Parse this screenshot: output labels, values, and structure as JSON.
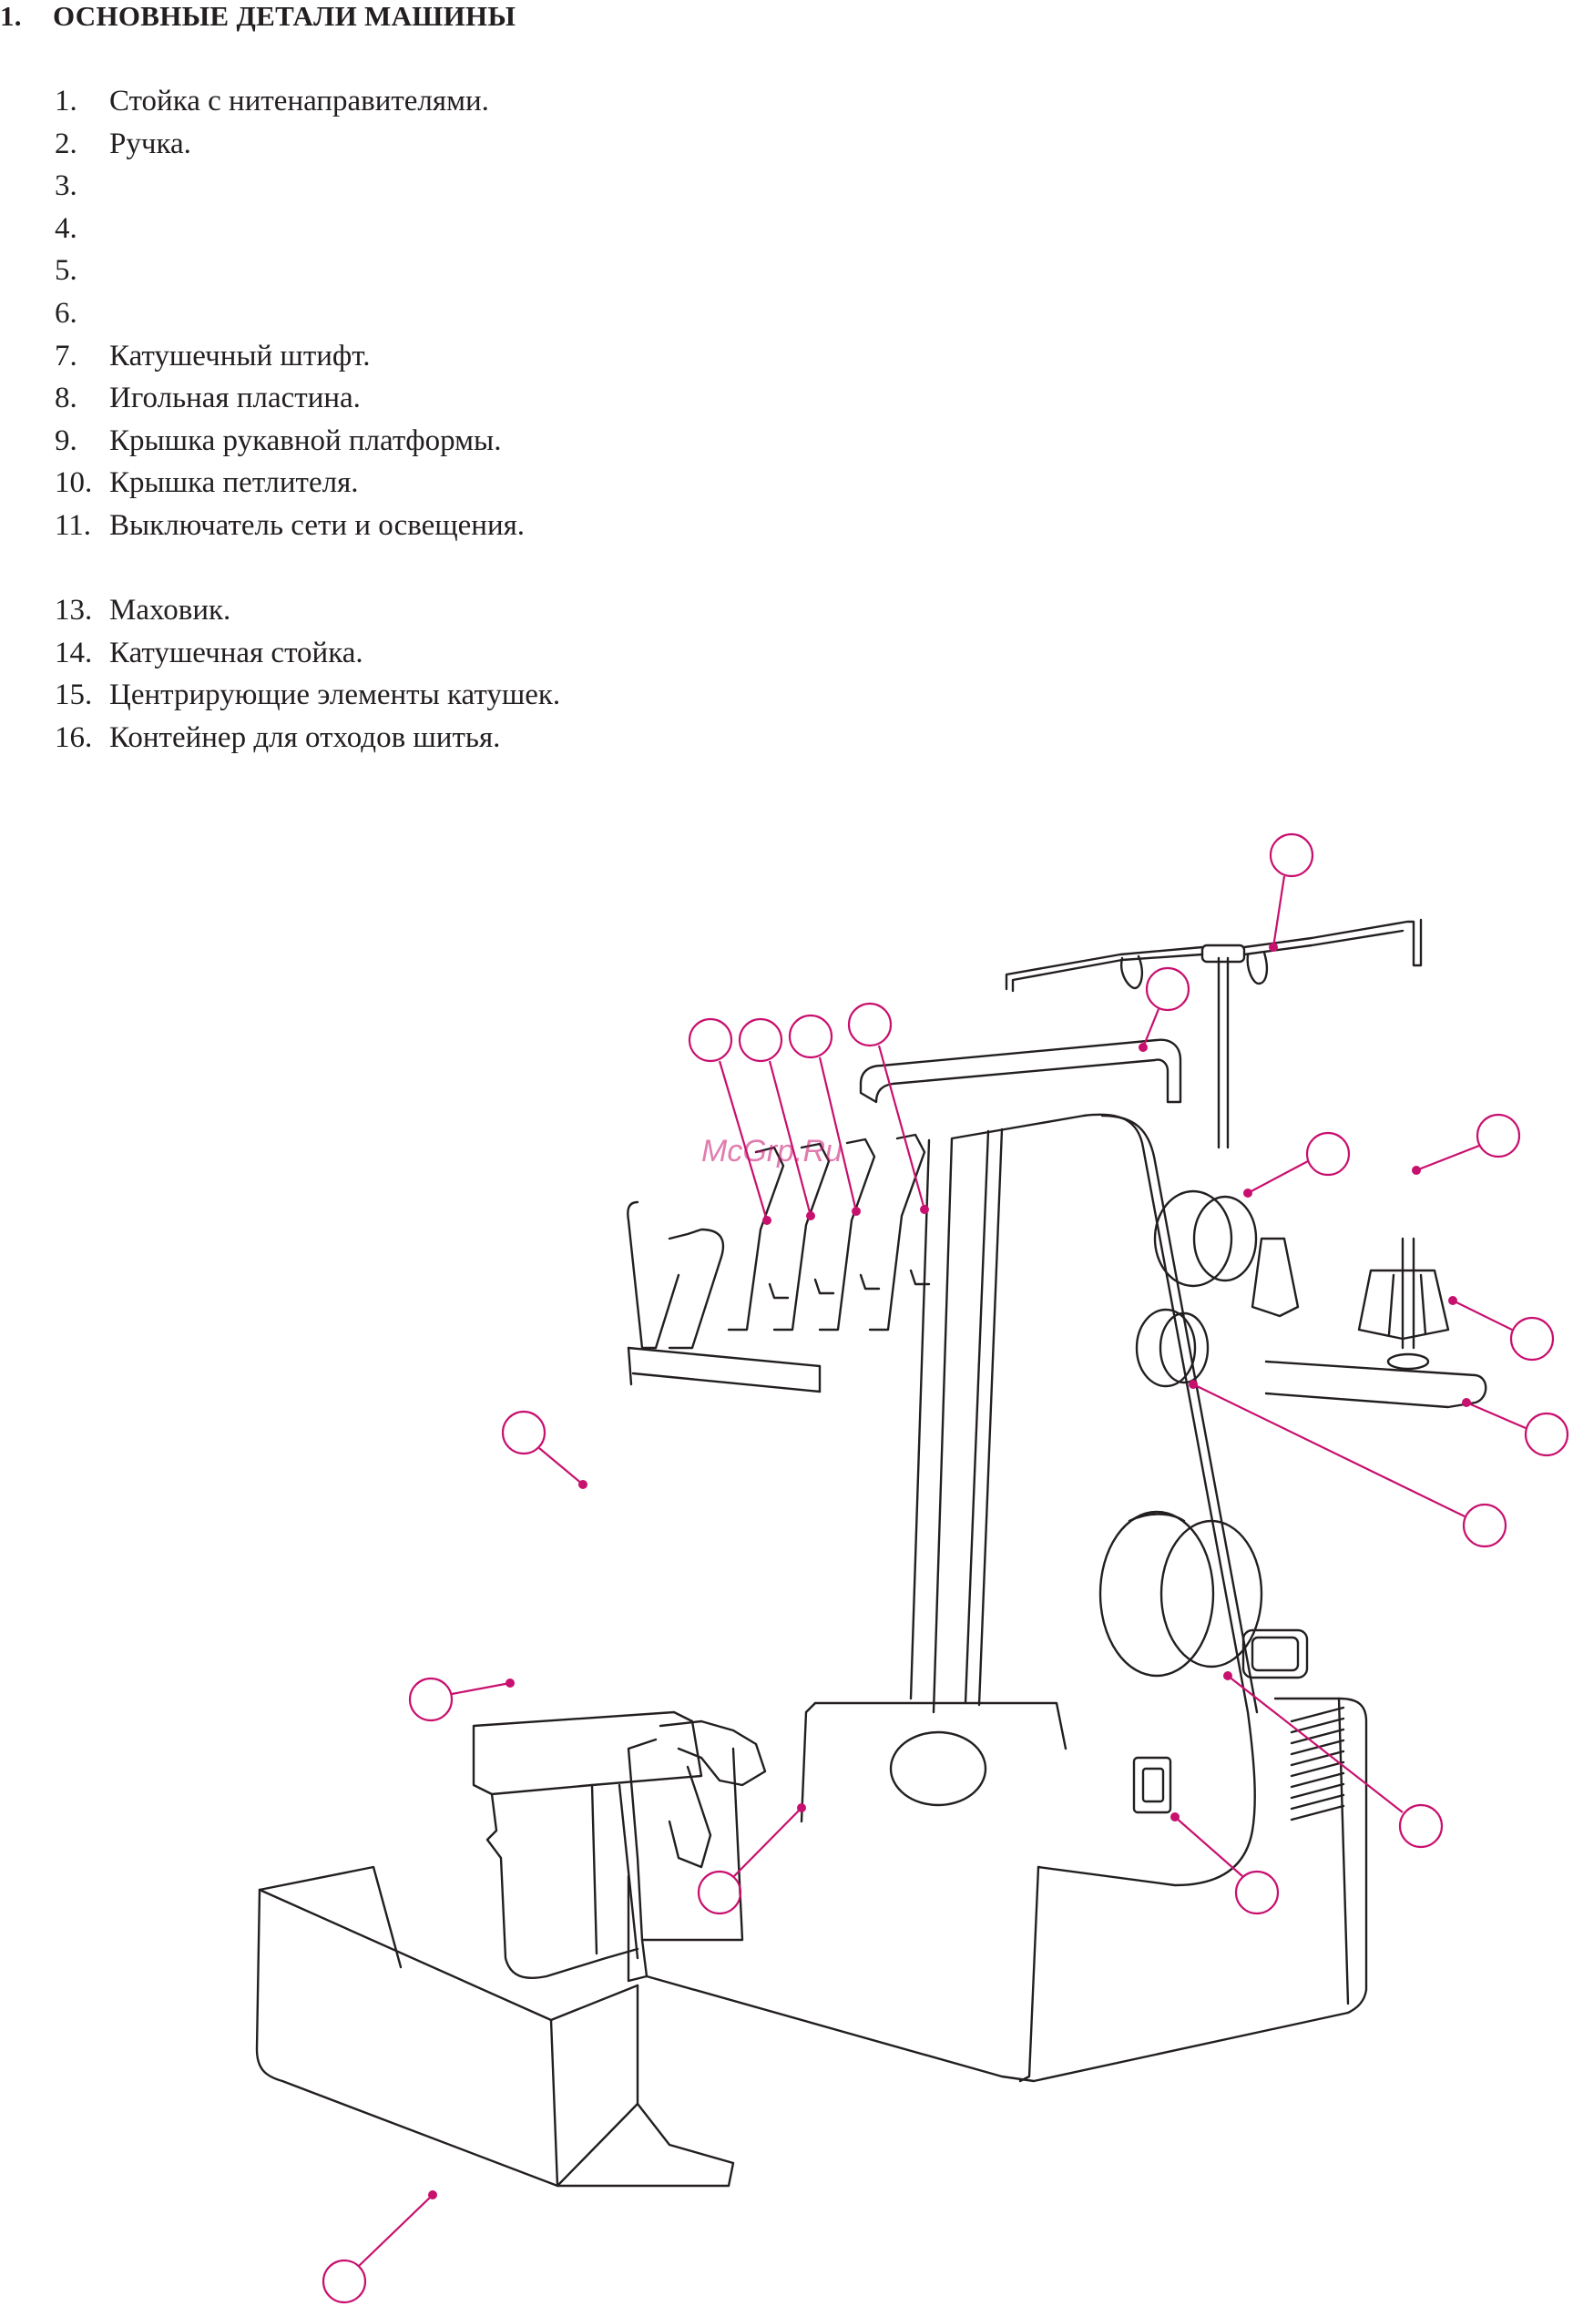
{
  "heading": {
    "number": "1.",
    "title": "ОСНОВНЫЕ ДЕТАЛИ МАШИНЫ"
  },
  "parts": [
    {
      "num": "1.",
      "label": "Стойка  с нитенаправителями."
    },
    {
      "num": "2.",
      "label": "Ручка."
    },
    {
      "num": "3.",
      "label": ""
    },
    {
      "num": "4.",
      "label": ""
    },
    {
      "num": "5.",
      "label": ""
    },
    {
      "num": "6.",
      "label": ""
    },
    {
      "num": "7.",
      "label": "Катушечный штифт."
    },
    {
      "num": "8.",
      "label": "Игольная пластина."
    },
    {
      "num": "9.",
      "label": "Крышка рукавной платформы."
    },
    {
      "num": "10.",
      "label": "Крышка петлителя."
    },
    {
      "num": "11.",
      "label": "Выключатель сети и освещения."
    },
    {
      "num": "13.",
      "label": "Маховик."
    },
    {
      "num": "14.",
      "label": "Катушечная стойка."
    },
    {
      "num": "15.",
      "label": "Центрирующие элементы катушек."
    },
    {
      "num": "16.",
      "label": "Контейнер для отходов шитья."
    }
  ],
  "watermark": "McGrp.Ru",
  "colors": {
    "text": "#231f20",
    "callout": "#c8106e",
    "line": "#231f20"
  }
}
